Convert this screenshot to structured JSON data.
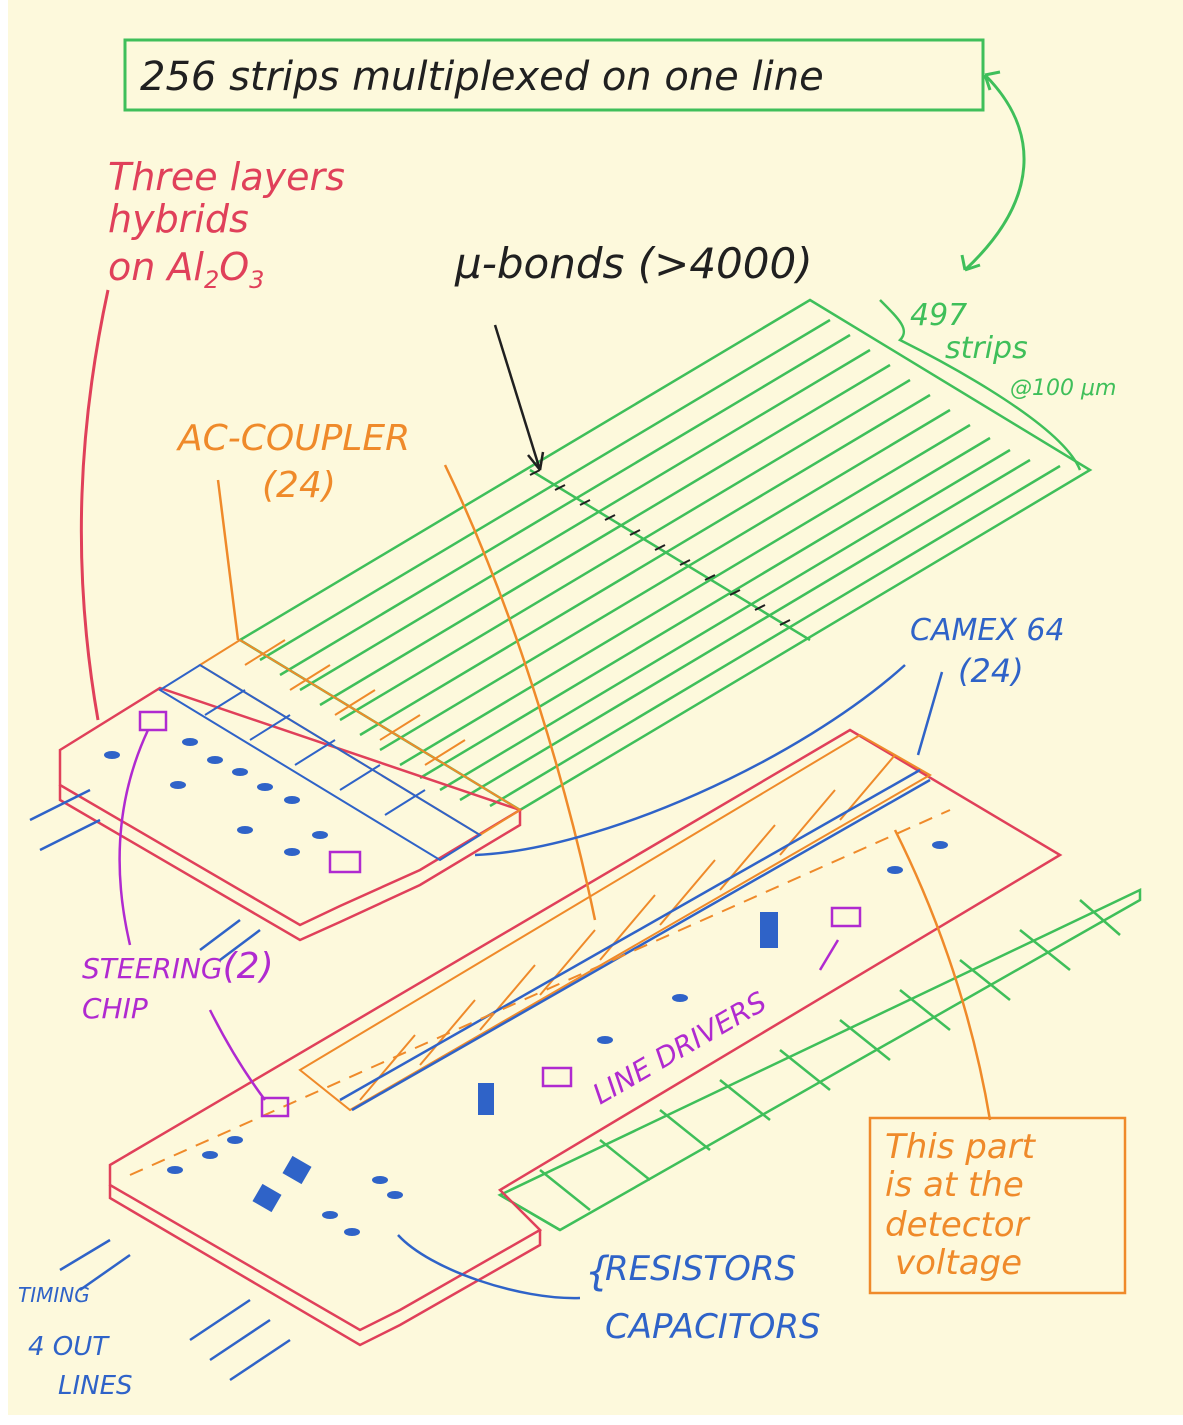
{
  "colors": {
    "paper": "#fdf9dc",
    "green": "#3fbf5a",
    "red": "#e0405a",
    "orange": "#ef8a2a",
    "blue": "#2f63c8",
    "purple": "#b02ad0",
    "black": "#202020"
  },
  "labels": {
    "multiplex": "256 strips multiplexed on one line",
    "three_layers_1": "Three layers",
    "three_layers_2": "hybrids",
    "three_layers_3_pre": "on Al",
    "three_layers_3_sub1": "2",
    "three_layers_3_mid": "O",
    "three_layers_3_sub2": "3",
    "mu_bonds": "μ-bonds (>4000)",
    "strips_count": "497",
    "strips_word": "strips",
    "strips_pitch": "@100 μm",
    "ac_coupler": "AC-COUPLER",
    "ac_coupler_count": "(24)",
    "camex": "CAMEX 64",
    "camex_count": "(24)",
    "steering_1": "STEERING",
    "steering_count": "(2)",
    "steering_2": "CHIP",
    "line_drivers": "LINE DRIVERS",
    "detector_1": "This part",
    "detector_2": "is at the",
    "detector_3": "detector",
    "detector_4": "voltage",
    "resistors": "RESISTORS",
    "capacitors": "CAPACITORS",
    "timing": "TIMING",
    "out_1": "4 OUT",
    "out_2": "LINES"
  }
}
